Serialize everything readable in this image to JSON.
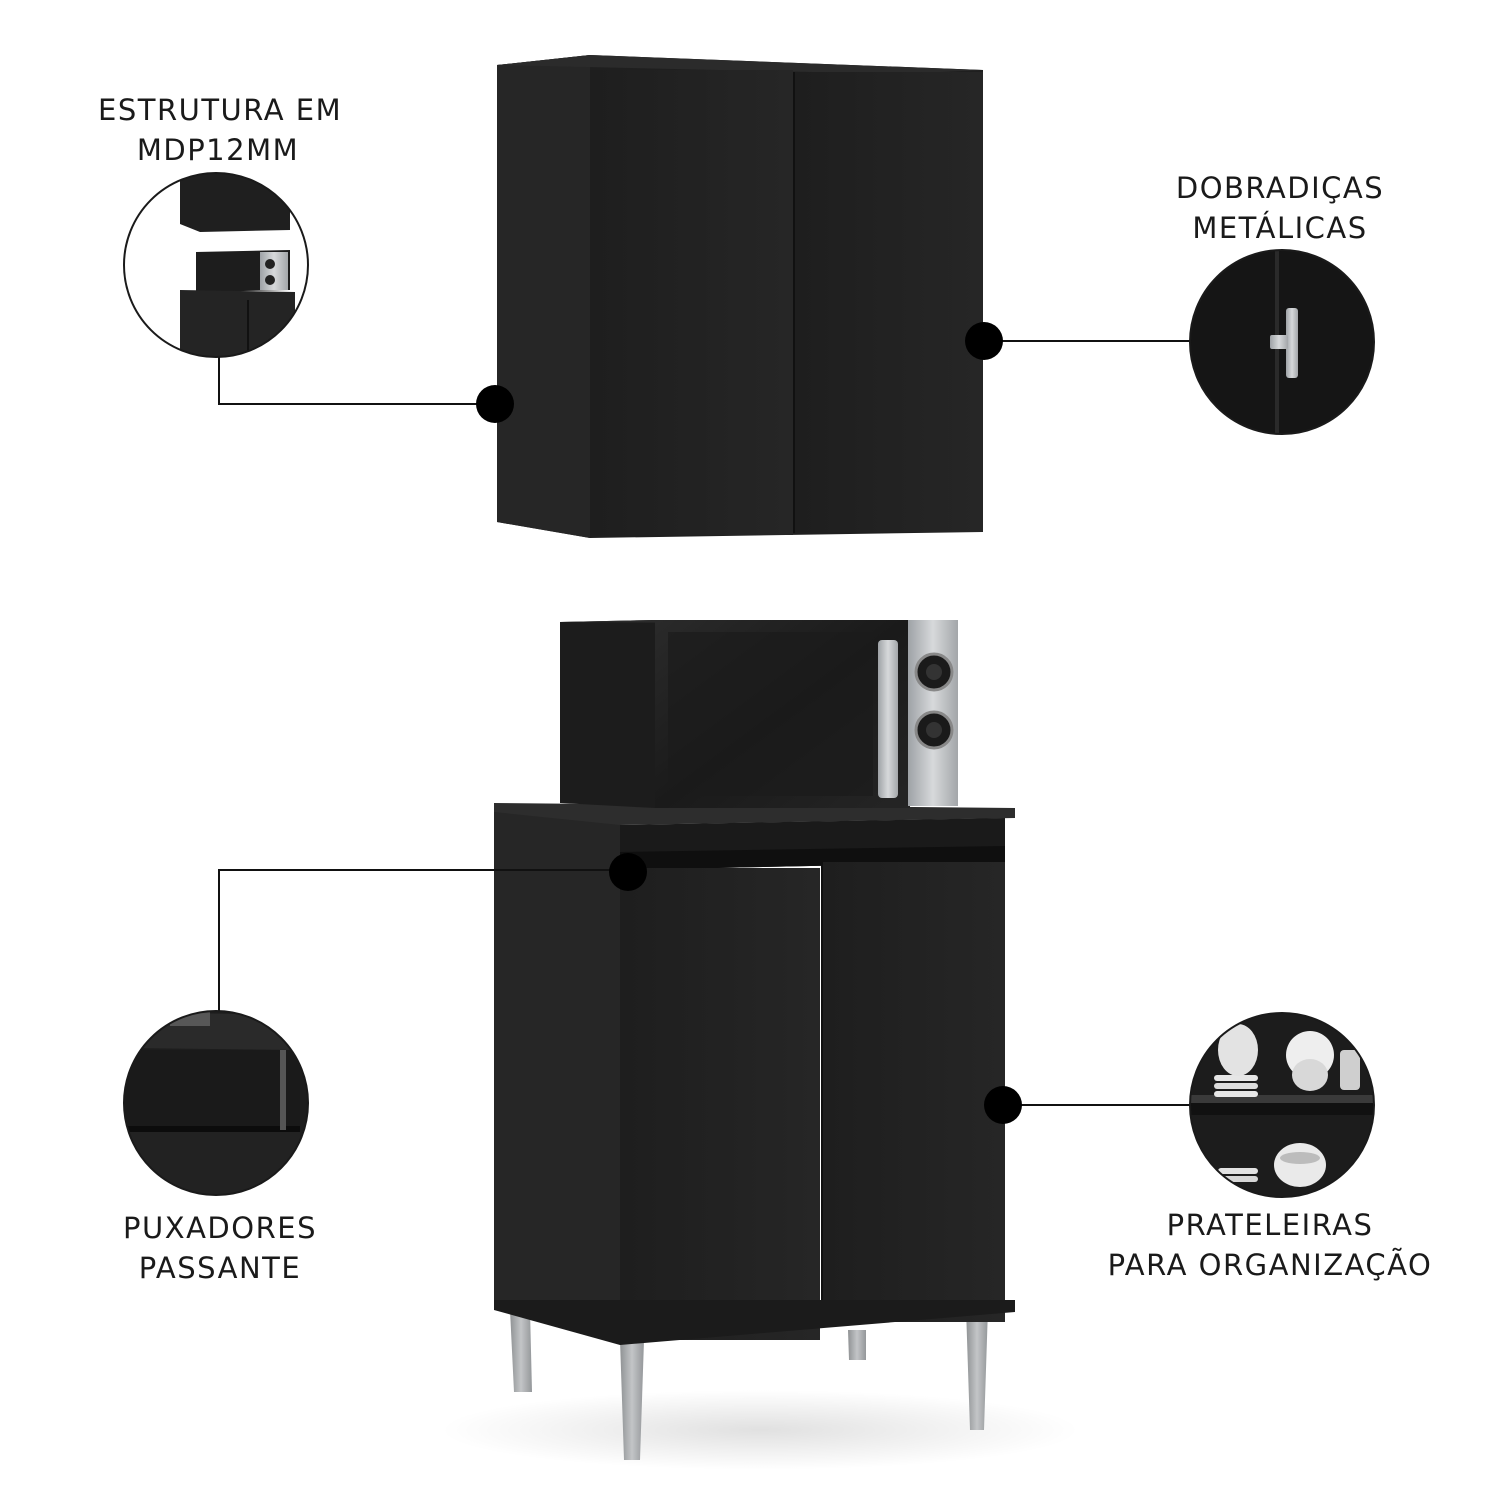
{
  "callouts": {
    "estrutura": {
      "line1": "ESTRUTURA EM",
      "line2": "MDP12MM",
      "detail_icon": "cabinet-stack-detail"
    },
    "dobradicas": {
      "line1": "DOBRADIÇAS",
      "line2": "METÁLICAS",
      "detail_icon": "metal-hinge-detail"
    },
    "puxadores": {
      "line1": "PUXADORES",
      "line2": "PASSANTE",
      "detail_icon": "through-handle-detail"
    },
    "prateleiras": {
      "line1": "PRATELEIRAS",
      "line2": "PARA ORGANIZAÇÃO",
      "detail_icon": "shelves-with-dishes-detail"
    }
  },
  "colors": {
    "furniture": "#222222",
    "furniture_edge": "#2c2c2c",
    "microwave_panel": "#b9bcbf",
    "legs": "#a9acae",
    "callout_dot": "#000000",
    "callout_line": "#111111"
  }
}
